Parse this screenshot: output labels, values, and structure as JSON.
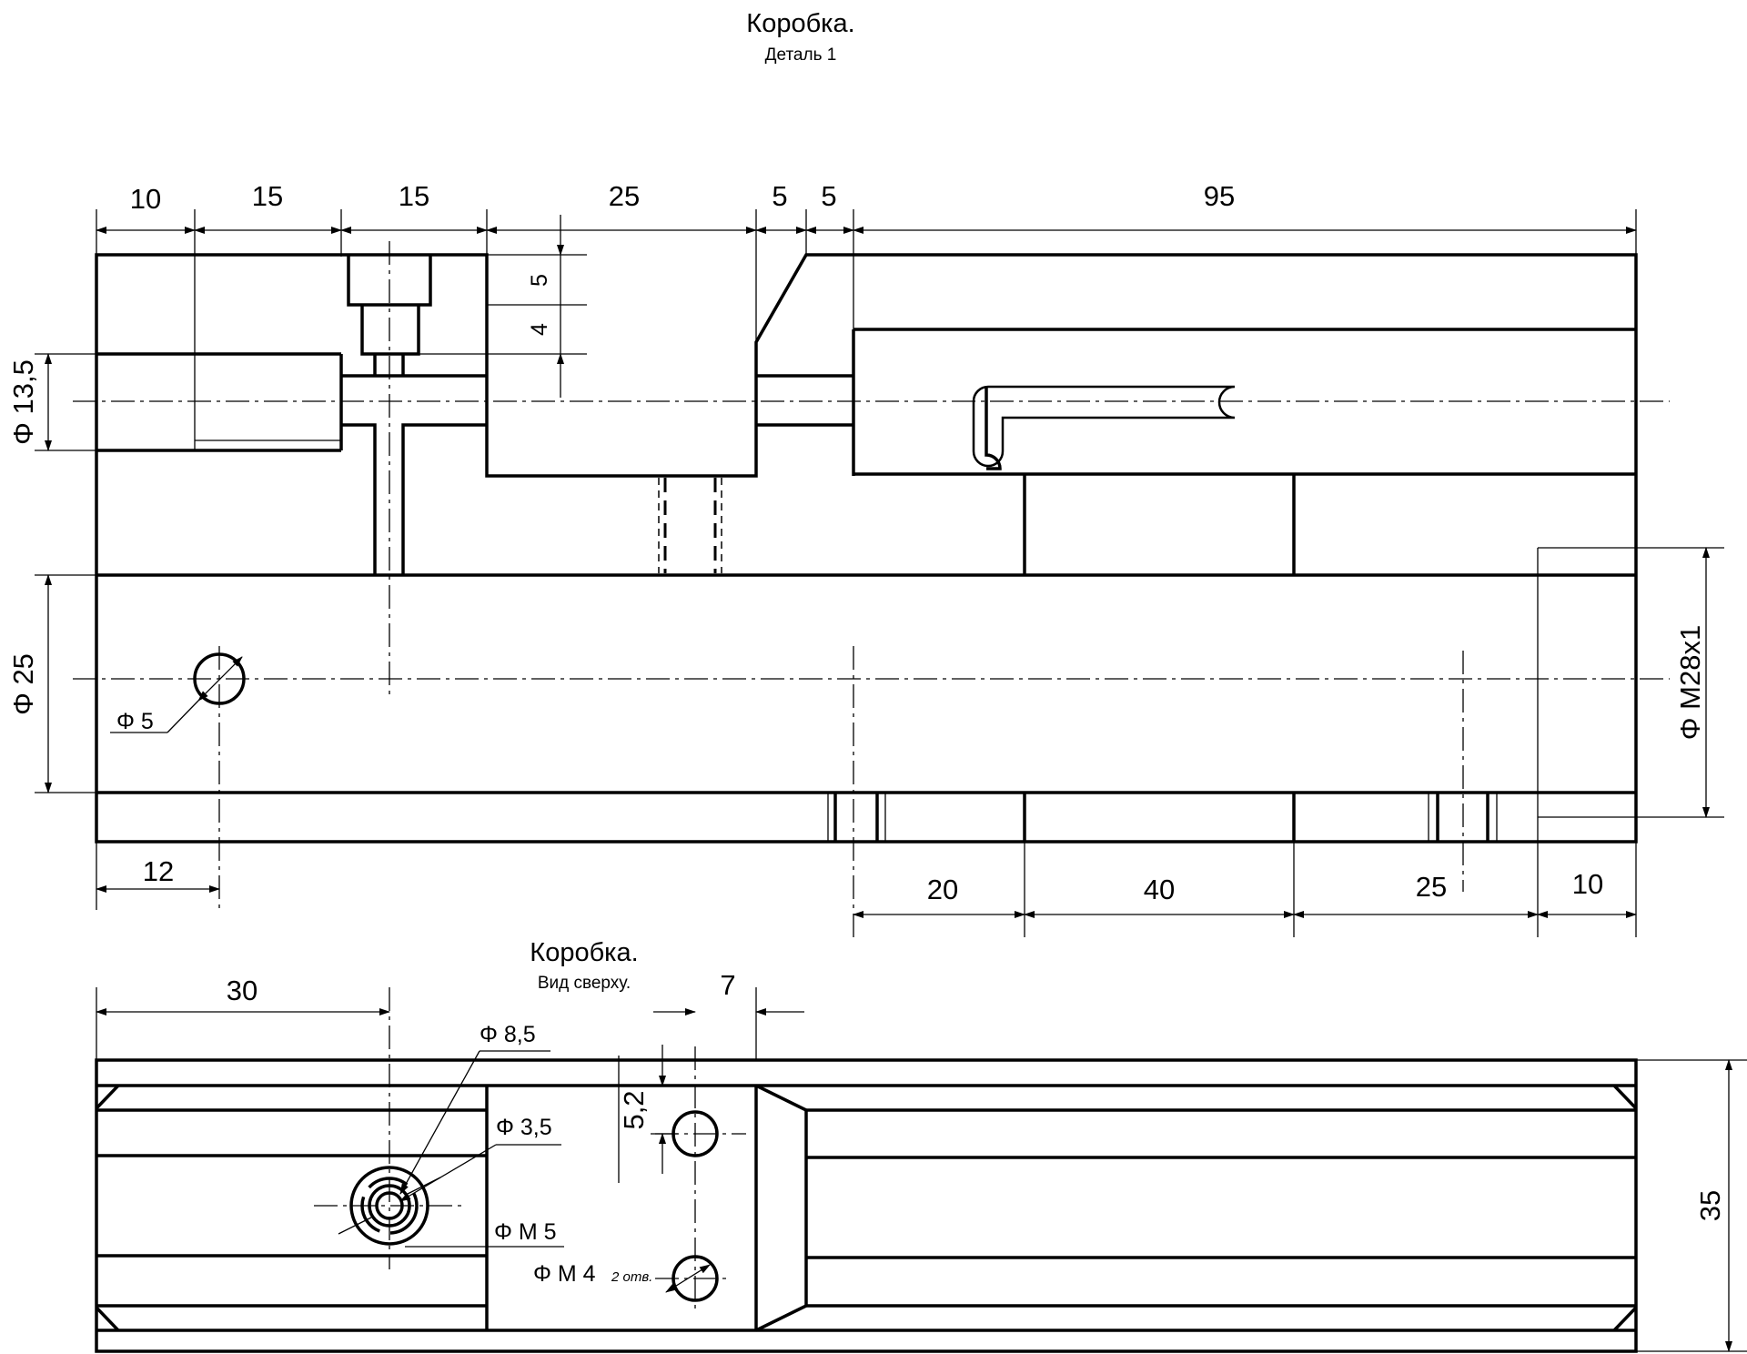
{
  "front_view": {
    "title": "Коробка.",
    "subtitle": "Деталь 1",
    "top_dims": [
      "10",
      "15",
      "15",
      "25",
      "5",
      "5",
      "95"
    ],
    "inner_dims": [
      "5",
      "4"
    ],
    "left_dims": [
      "Φ 13,5",
      "Φ 25"
    ],
    "hole_label": "Φ  5",
    "thread_label": "Φ M28x1",
    "bottom_dims": [
      "12",
      "20",
      "40",
      "25",
      "10"
    ]
  },
  "top_view": {
    "title": "Коробка.",
    "subtitle": "Вид сверху.",
    "top_dims": [
      "30",
      "7"
    ],
    "side_dims": [
      "5,2",
      "35"
    ],
    "labels": {
      "d85": "Φ  8,5",
      "d35": "Φ 3,5",
      "m5": "Φ M 5",
      "m4": "Φ M 4",
      "m4_note": "2 отв."
    }
  }
}
